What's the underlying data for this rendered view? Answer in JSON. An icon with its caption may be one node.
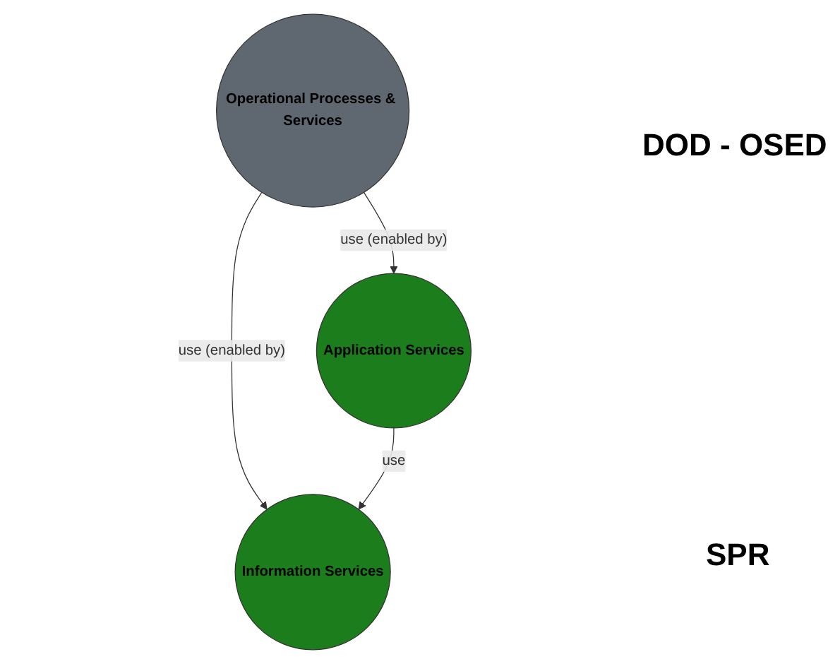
{
  "diagram": {
    "nodes": [
      {
        "text": [
          "Operational Processes & Services"
        ]
      },
      {
        "text": [
          "Application Services"
        ]
      },
      {
        "text": [
          "Information Services"
        ]
      }
    ],
    "edges": [
      {
        "from": 0,
        "to": 1,
        "arrow": "to",
        "label": "use (enabled by)"
      },
      {
        "from": 0,
        "to": 2,
        "arrow": "to",
        "label": "use (enabled by)"
      },
      {
        "from": 1,
        "to": 2,
        "arrow": "to",
        "label": "use"
      }
    ],
    "labels": [
      "DOD - OSED",
      "SPR"
    ]
  }
}
